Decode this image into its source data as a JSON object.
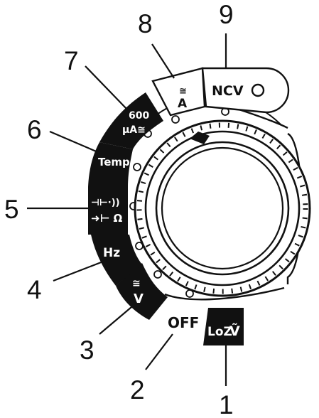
{
  "callouts": [
    {
      "number": "1",
      "segment": "LoZ Ṽ"
    },
    {
      "number": "2",
      "segment": "OFF"
    },
    {
      "number": "3",
      "segment": "V"
    },
    {
      "number": "4",
      "segment": "Hz"
    },
    {
      "number": "5",
      "segment": "capacitance / continuity / diode / resistance"
    },
    {
      "number": "6",
      "segment": "Temp"
    },
    {
      "number": "7",
      "segment": "600 µA"
    },
    {
      "number": "8",
      "segment": "A"
    },
    {
      "number": "9",
      "segment": "NCV"
    }
  ],
  "segments": {
    "loz": {
      "text": "LoZ",
      "symbol": "Ṽ"
    },
    "off": {
      "text": "OFF"
    },
    "volt": {
      "symbol": "≅",
      "text": "V"
    },
    "hz": {
      "text": "Hz"
    },
    "multi": {
      "top": "⊣⊢·))",
      "bottom": "➜⊢ Ω"
    },
    "temp": {
      "text": "Temp"
    },
    "micro": {
      "top": "600",
      "bottom": "µA≅"
    },
    "amp": {
      "symbol": "≅",
      "text": "A"
    },
    "ncv": {
      "text": "NCV"
    }
  },
  "colors": {
    "ink": "#111111",
    "paper": "#ffffff"
  }
}
